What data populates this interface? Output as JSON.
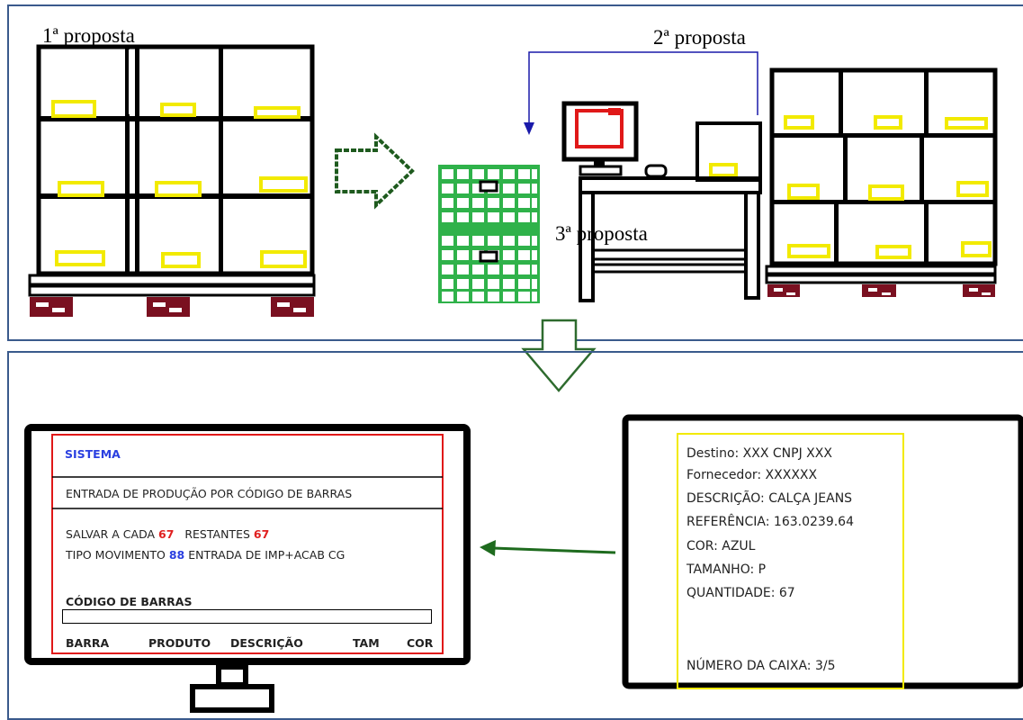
{
  "colors": {
    "frame_border": "#3a5a8c",
    "arrow_green": "#1e5a1e",
    "down_arrow_green": "#2e6b2e",
    "blue_line": "#1a1aaa",
    "drawer_green": "#2fb24a",
    "label_yellow": "#f2ea00",
    "pallet_red": "#7a1020",
    "screen_red": "#e01818",
    "system_blue": "#2a3fe0"
  },
  "top_panel": {
    "label_1": "1ª proposta",
    "label_2": "2ª proposta",
    "label_3": "3ª proposta"
  },
  "system_screen": {
    "title": "SISTEMA",
    "header": "ENTRADA DE PRODUÇÃO  POR CÓDIGO  DE BARRAS",
    "save_prefix": "SALVAR A CADA",
    "save_value": "67",
    "remaining_label": "RESTANTES",
    "remaining_value": "67",
    "movement_label": "TIPO  MOVIMENTO",
    "movement_code": "88",
    "movement_desc": "ENTRADA DE IMP+ACAB CG",
    "barcode_label": "CÓDIGO  DE BARRAS",
    "barcode_value": "",
    "columns": [
      "BARRA",
      "PRODUTO",
      "DESCRIÇÃO",
      "TAM",
      "COR"
    ]
  },
  "box_label": {
    "lines": [
      "Destino: XXX CNPJ XXX",
      "Fornecedor: XXXXXX",
      "DESCRIÇÃO: CALÇA JEANS",
      "REFERÊNCIA:  163.0239.64",
      "COR: AZUL",
      "TAMANHO: P",
      "QUANTIDADE: 67"
    ],
    "box_number": "NÚMERO DA CAIXA: 3/5"
  }
}
